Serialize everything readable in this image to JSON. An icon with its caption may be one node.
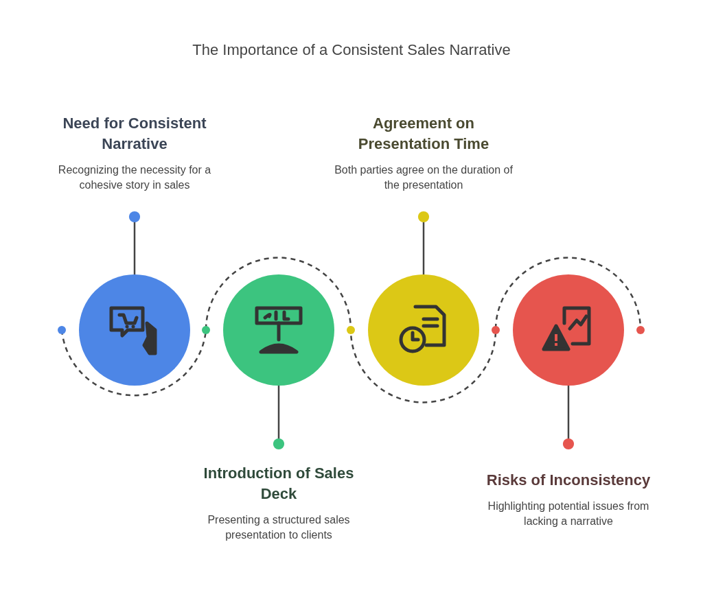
{
  "diagram": {
    "title": "The Importance of a Consistent Sales Narrative",
    "nodes": [
      {
        "text": [
          "Need for Consistent Narrative",
          "Recognizing the necessity for a cohesive story in sales"
        ]
      },
      {
        "text": [],
        "shape": "circle"
      },
      {
        "text": [
          "Introduction of Sales Deck",
          "Presenting a structured sales presentation to clients"
        ]
      },
      {
        "text": [],
        "shape": "circle"
      },
      {
        "text": [
          "Agreement on Presentation Time",
          "Both parties agree on the duration of the presentation"
        ]
      },
      {
        "text": [],
        "shape": "circle"
      },
      {
        "text": [
          "Risks of Inconsistency",
          "Highlighting potential issues from lacking a narrative"
        ]
      },
      {
        "text": [],
        "shape": "circle"
      }
    ],
    "edges": [
      {
        "from": 0,
        "to": 1,
        "arrow": "other"
      },
      {
        "from": 2,
        "to": 3,
        "arrow": "other"
      },
      {
        "from": 4,
        "to": 5,
        "arrow": "other"
      },
      {
        "from": 6,
        "to": 7,
        "arrow": "other"
      }
    ]
  }
}
